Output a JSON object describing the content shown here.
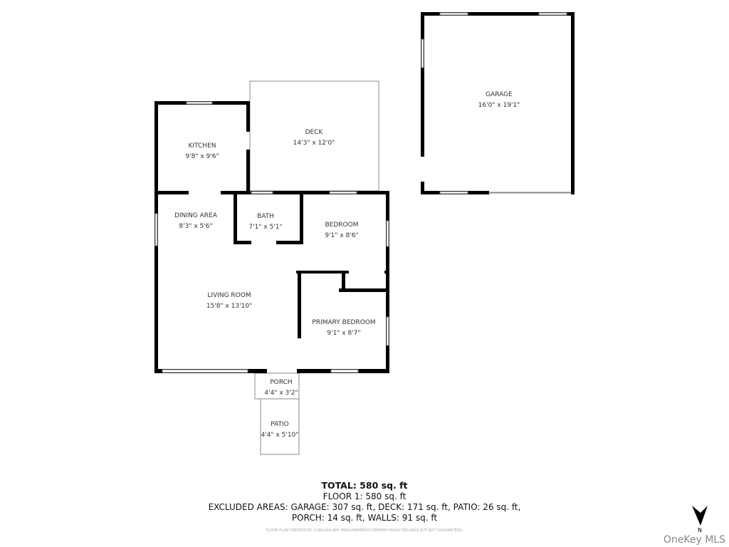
{
  "rooms": [
    {
      "name": "KITCHEN",
      "size": "9'8\" x 9'6\""
    },
    {
      "name": "DECK",
      "size": "14'3\" x 12'0\""
    },
    {
      "name": "GARAGE",
      "size": "16'0\" x 19'1\""
    },
    {
      "name": "DINING AREA",
      "size": "8'3\" x 5'6\""
    },
    {
      "name": "BATH",
      "size": "7'1\" x 5'1\""
    },
    {
      "name": "BEDROOM",
      "size": "9'1\" x 8'6\""
    },
    {
      "name": "LIVING ROOM",
      "size": "15'8\" x 13'10\""
    },
    {
      "name": "PRIMARY BEDROOM",
      "size": "9'1\" x 8'7\""
    },
    {
      "name": "PORCH",
      "size": "4'4\" x 3'2\""
    },
    {
      "name": "PATIO",
      "size": "4'4\" x 5'10\""
    }
  ],
  "summary": {
    "total": "TOTAL: 580 sq. ft",
    "floor": "FLOOR 1: 580 sq. ft",
    "excluded1": "EXCLUDED AREAS: GARAGE: 307 sq. ft, DECK: 171 sq. ft, PATIO: 26 sq. ft,",
    "excluded2": "PORCH: 14 sq. ft, WALLS: 91 sq. ft",
    "credit": "FLOOR PLAN CREATED BY CUBICASA APP. MEASUREMENTS DEEMED HIGHLY RELIABLE BUT NOT GUARANTEED."
  },
  "compass": {
    "label": "N",
    "icon": "north-arrow-icon"
  },
  "watermark": "OneKey MLS"
}
